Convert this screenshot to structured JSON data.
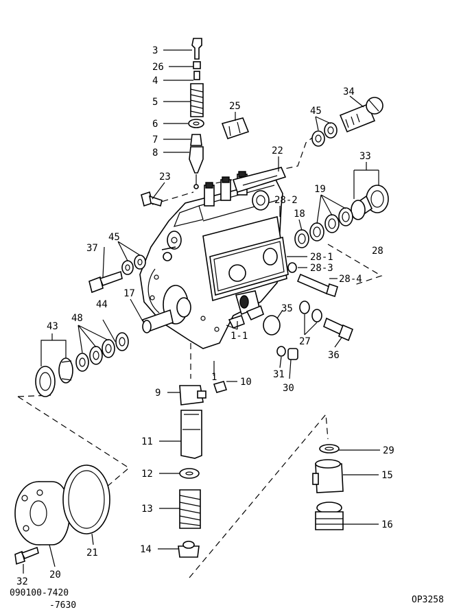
{
  "callouts": [
    "3",
    "26",
    "4",
    "5",
    "6",
    "7",
    "8",
    "25",
    "22",
    "23",
    "34",
    "45",
    "33",
    "19",
    "18",
    "28-2",
    "28-1",
    "28-3",
    "28-4",
    "28",
    "45",
    "37",
    "17",
    "44",
    "48",
    "43",
    "35",
    "1-1",
    "27",
    "36",
    "1",
    "31",
    "30",
    "9",
    "10",
    "11",
    "29",
    "15",
    "12",
    "13",
    "16",
    "14",
    "21",
    "20",
    "32"
  ],
  "codes": {
    "range_start": "090100-7420",
    "range_end": "-7630",
    "illustration": "OP3258"
  }
}
